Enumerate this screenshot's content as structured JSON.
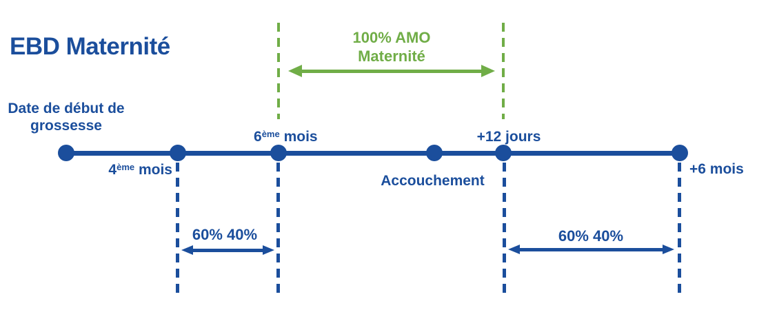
{
  "title": "EBD Maternité",
  "colors": {
    "primary_blue": "#1b4e9c",
    "accent_green": "#70ad47",
    "background": "#ffffff"
  },
  "start_label": {
    "line1": "Date de début de",
    "line2": "grossesse"
  },
  "milestones": {
    "month4": {
      "num": "4",
      "sup": "ème",
      "rest": " mois"
    },
    "month6": {
      "num": "6",
      "sup": "ème",
      "rest": " mois"
    },
    "birth": "Accouchement",
    "plus12": "+12 jours",
    "plus6": "+6 mois"
  },
  "coverage": {
    "line1": "100% AMO",
    "line2": "Maternité"
  },
  "splits": {
    "left": "60% 40%",
    "right": "60% 40%"
  }
}
